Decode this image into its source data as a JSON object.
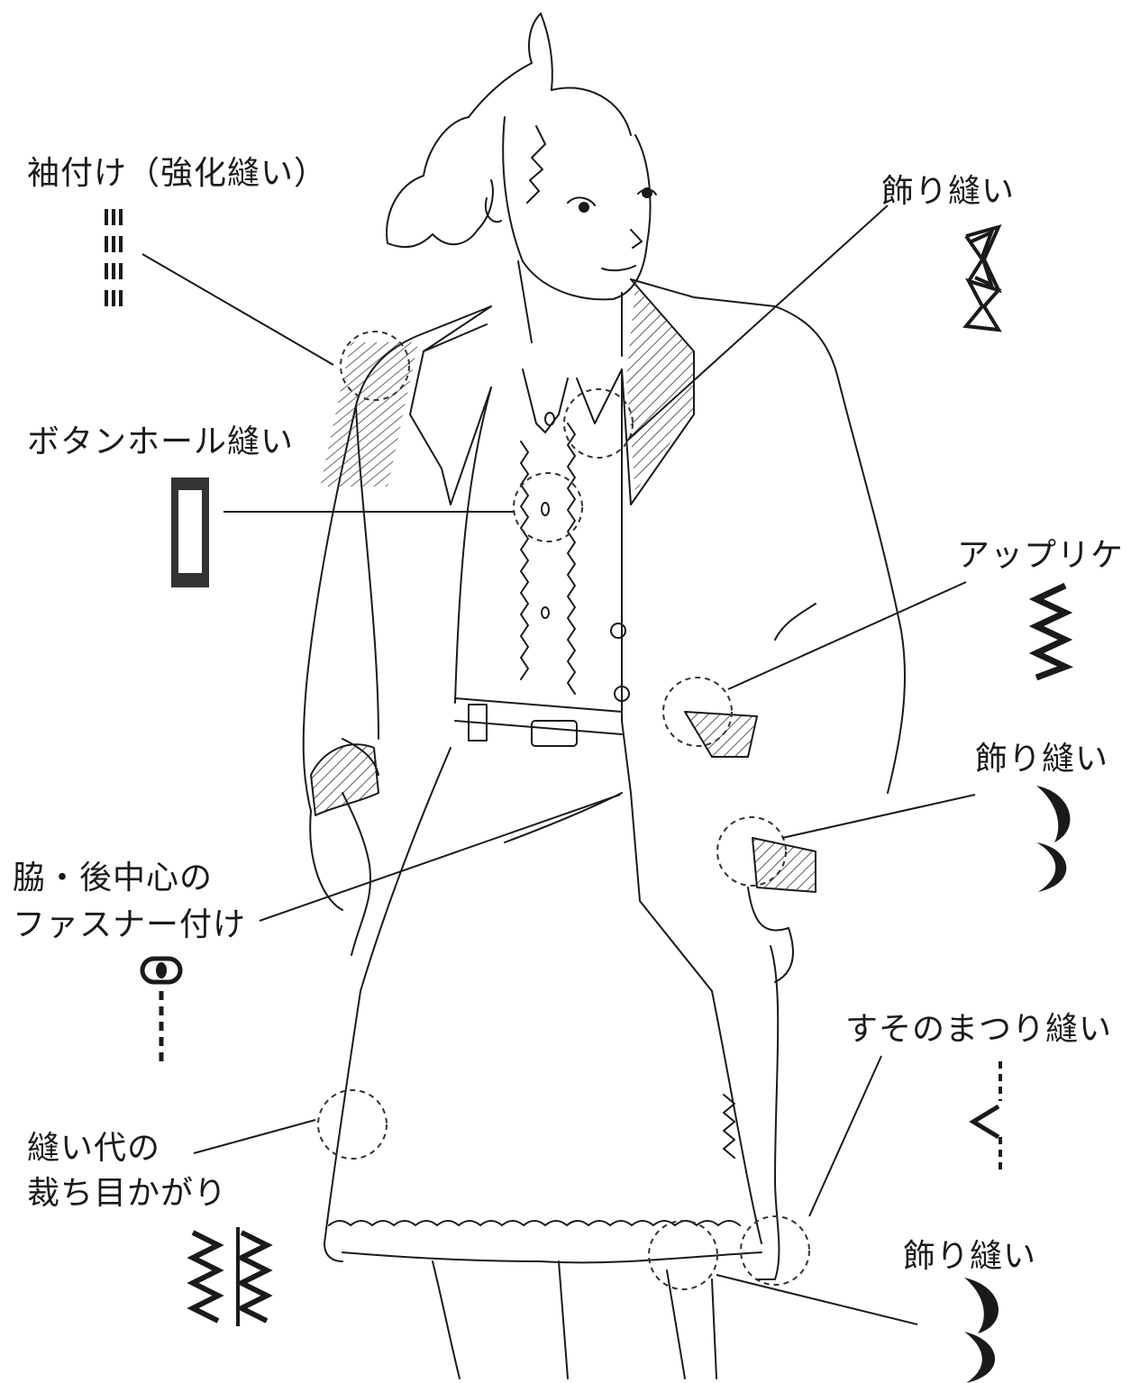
{
  "labels": {
    "sleeve_attach": "袖付け（強化縫い）",
    "buttonhole": "ボタンホール縫い",
    "side_zipper_1": "脇・後中心の",
    "side_zipper_2": "ファスナー付け",
    "seam_overcast_1": "縫い代の",
    "seam_overcast_2": "裁ち目かがり",
    "decor_collar": "飾り縫い",
    "applique": "アップリケ",
    "decor_cuff": "飾り縫い",
    "hem_blind": "すそのまつり縫い",
    "decor_hem": "飾り縫い"
  }
}
